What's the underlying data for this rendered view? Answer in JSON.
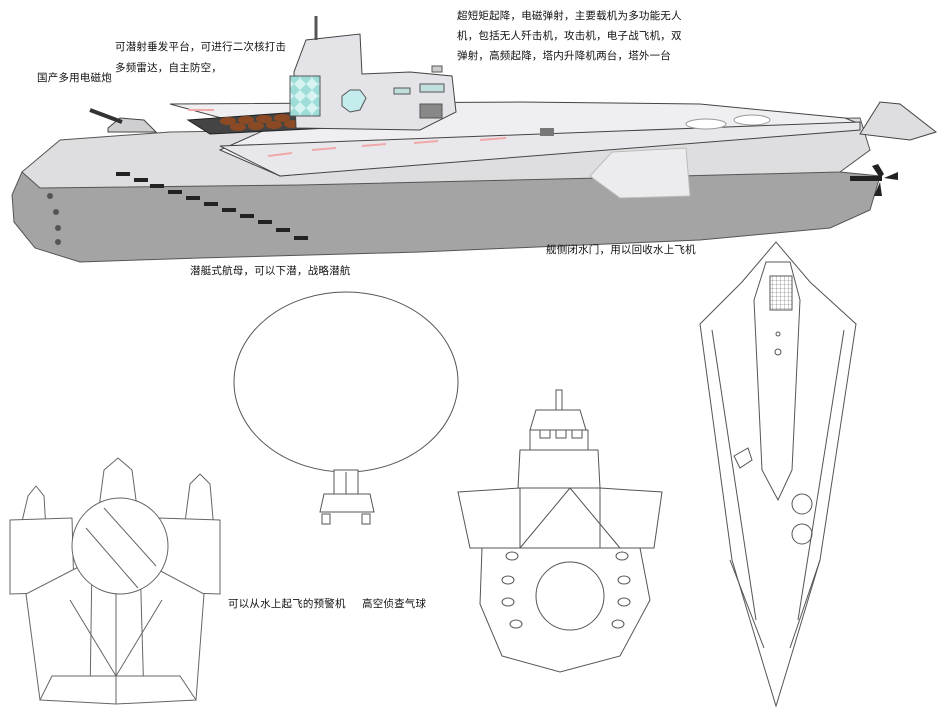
{
  "labels": {
    "railgun": "国产多用电磁炮",
    "vls_line1": "可潜射垂发平台，可进行二次核打击",
    "vls_line2": "多频雷达，自主防空，",
    "takeoff_line1": "超短矩起降，电磁弹射，主要载机为多功能无人",
    "takeoff_line2": "机，包括无人歼击机，攻击机，电子战飞机，双",
    "takeoff_line3": "弹射，高频起降，塔内升降机两台，塔外一台",
    "side_hatch": "舰侧闭水门，用以回收水上飞机",
    "submarine_carrier": "潜艇式航母，可以下潜，战略潜航",
    "aew_aircraft": "可以从水上起飞的预警机",
    "recon_balloon": "高空侦查气球"
  },
  "colors": {
    "hull_dark": "#a4a4a4",
    "hull_mid": "#d4d4d4",
    "deck_light": "#efeff2",
    "island": "#e4e4e8",
    "window_cyan": "#bfeeea",
    "lift_brown": "#8c4a24",
    "deck_marking": "#f0a8a8",
    "line": "#333333"
  }
}
